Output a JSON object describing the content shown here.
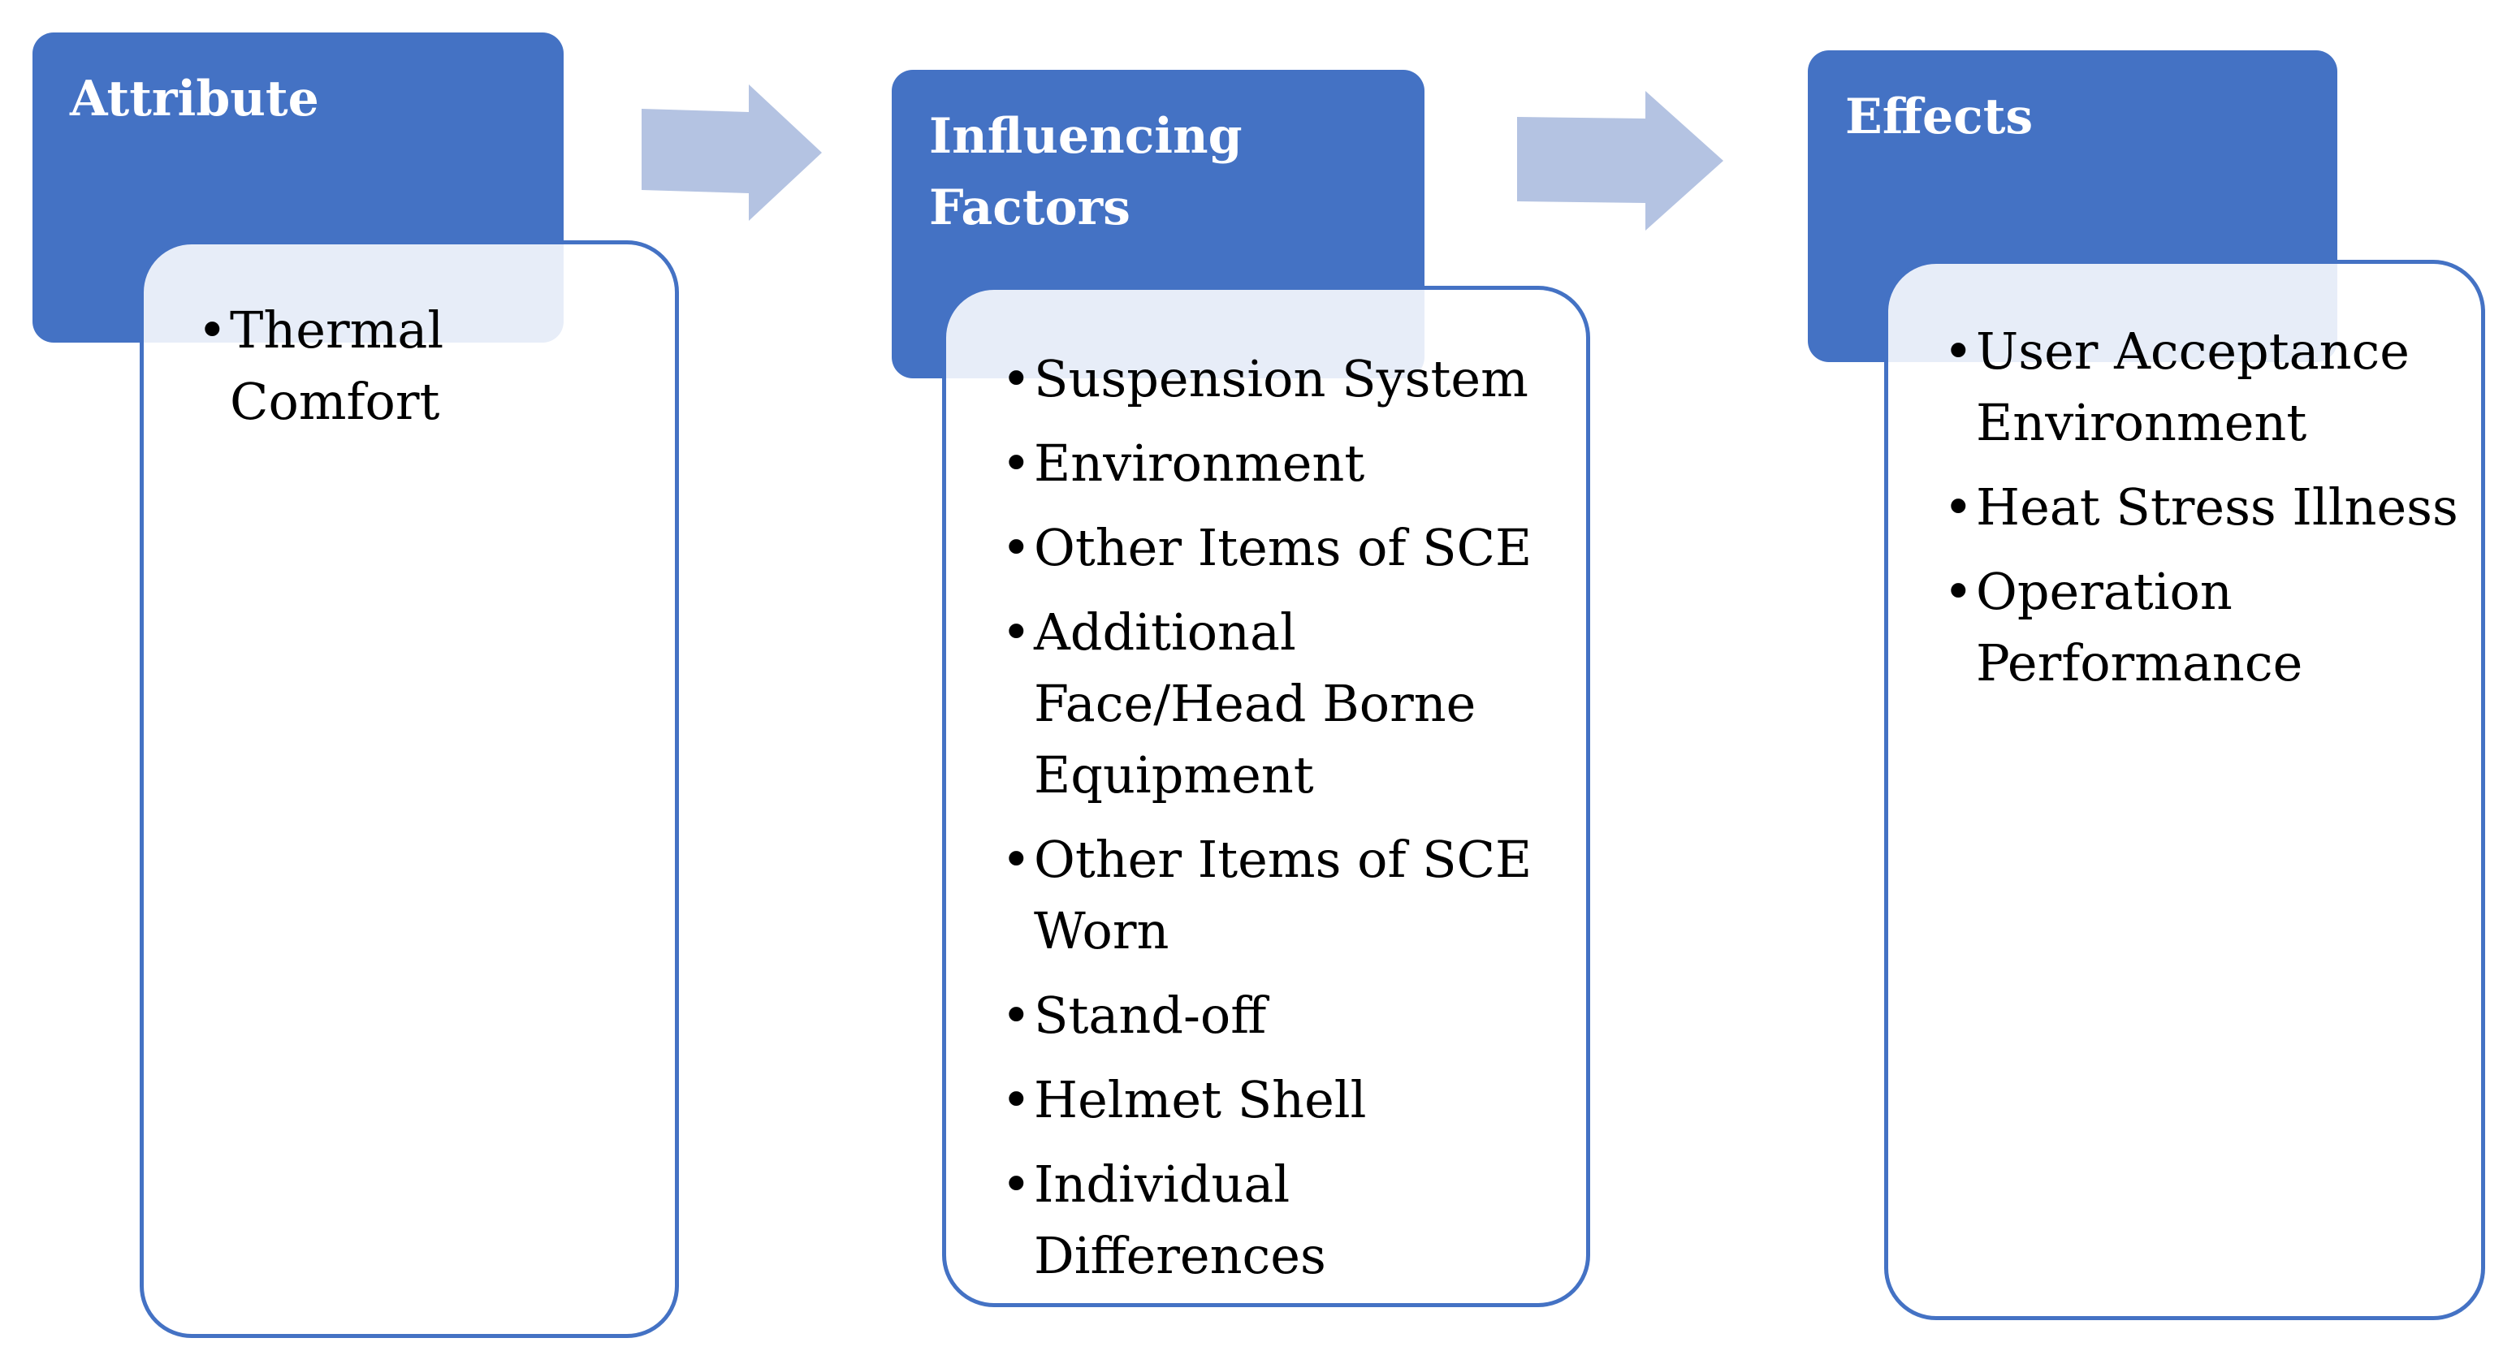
{
  "colors": {
    "header_fill": "#4472c4",
    "content_border": "#4472c4",
    "arrow_fill": "#b4c3e2"
  },
  "attribute": {
    "title": "Attribute",
    "items": [
      "Thermal Comfort"
    ]
  },
  "influencing_factors": {
    "title_line1": "Influencing",
    "title_line2": "Factors",
    "items": [
      "Suspension System",
      "Environment",
      "Other Items of SCE",
      "Additional Face/Head Borne Equipment",
      "Other Items of SCE Worn",
      "Stand-off",
      "Helmet Shell",
      "Individual Differences"
    ]
  },
  "effects": {
    "title": "Effects",
    "items": [
      "User Acceptance Environment",
      "Heat Stress Illness",
      "Operation Performance"
    ]
  }
}
